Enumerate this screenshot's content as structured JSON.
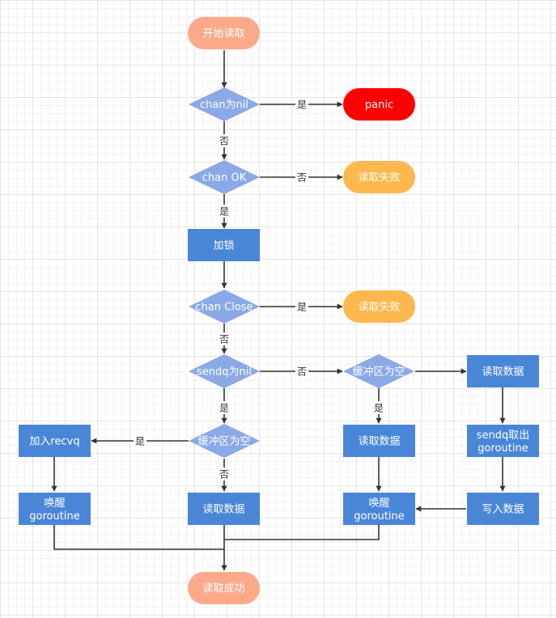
{
  "colors": {
    "terminal": "#fca98a",
    "panic": "#ff0000",
    "fail": "#ffb84d",
    "decision": "#8aa9e6",
    "process": "#4a86d8",
    "edge": "#333333",
    "text": "#ffffff"
  },
  "nodes": {
    "start": {
      "label": "开始读取"
    },
    "chan_nil": {
      "label": "chan为nil"
    },
    "panic": {
      "label": "panic"
    },
    "chan_ok": {
      "label": "chan OK"
    },
    "fail1": {
      "label": "读取失败"
    },
    "lock": {
      "label": "加锁"
    },
    "chan_close": {
      "label": "chan Close"
    },
    "fail2": {
      "label": "读取失败"
    },
    "sendq_nil": {
      "label": "sendq为nil"
    },
    "buf_empty_mid": {
      "label": "缓冲区为空"
    },
    "read_right": {
      "label": "读取数据"
    },
    "buf_empty_left": {
      "label": "缓冲区为空"
    },
    "add_recvq": {
      "label": "加入recvq"
    },
    "read_mid_right": {
      "label": "读取数据"
    },
    "sendq_pop": {
      "label": [
        "sendq取出",
        "goroutine"
      ]
    },
    "wake_left": {
      "label": [
        "唤醒",
        "goroutine"
      ]
    },
    "read_center": {
      "label": "读取数据"
    },
    "wake_mid": {
      "label": [
        "唤醒",
        "goroutine"
      ]
    },
    "write_data": {
      "label": "写入数据"
    },
    "success": {
      "label": "读取成功"
    }
  },
  "edge_labels": {
    "chan_nil_panic": "是",
    "chan_nil_ok": "否",
    "chan_ok_fail": "否",
    "chan_ok_lock": "是",
    "close_fail": "是",
    "close_sendq": "否",
    "sendq_buf_mid": "否",
    "sendq_buf_left": "是",
    "buf_left_recvq": "是",
    "buf_left_read": "否",
    "buf_mid_read": "是"
  }
}
